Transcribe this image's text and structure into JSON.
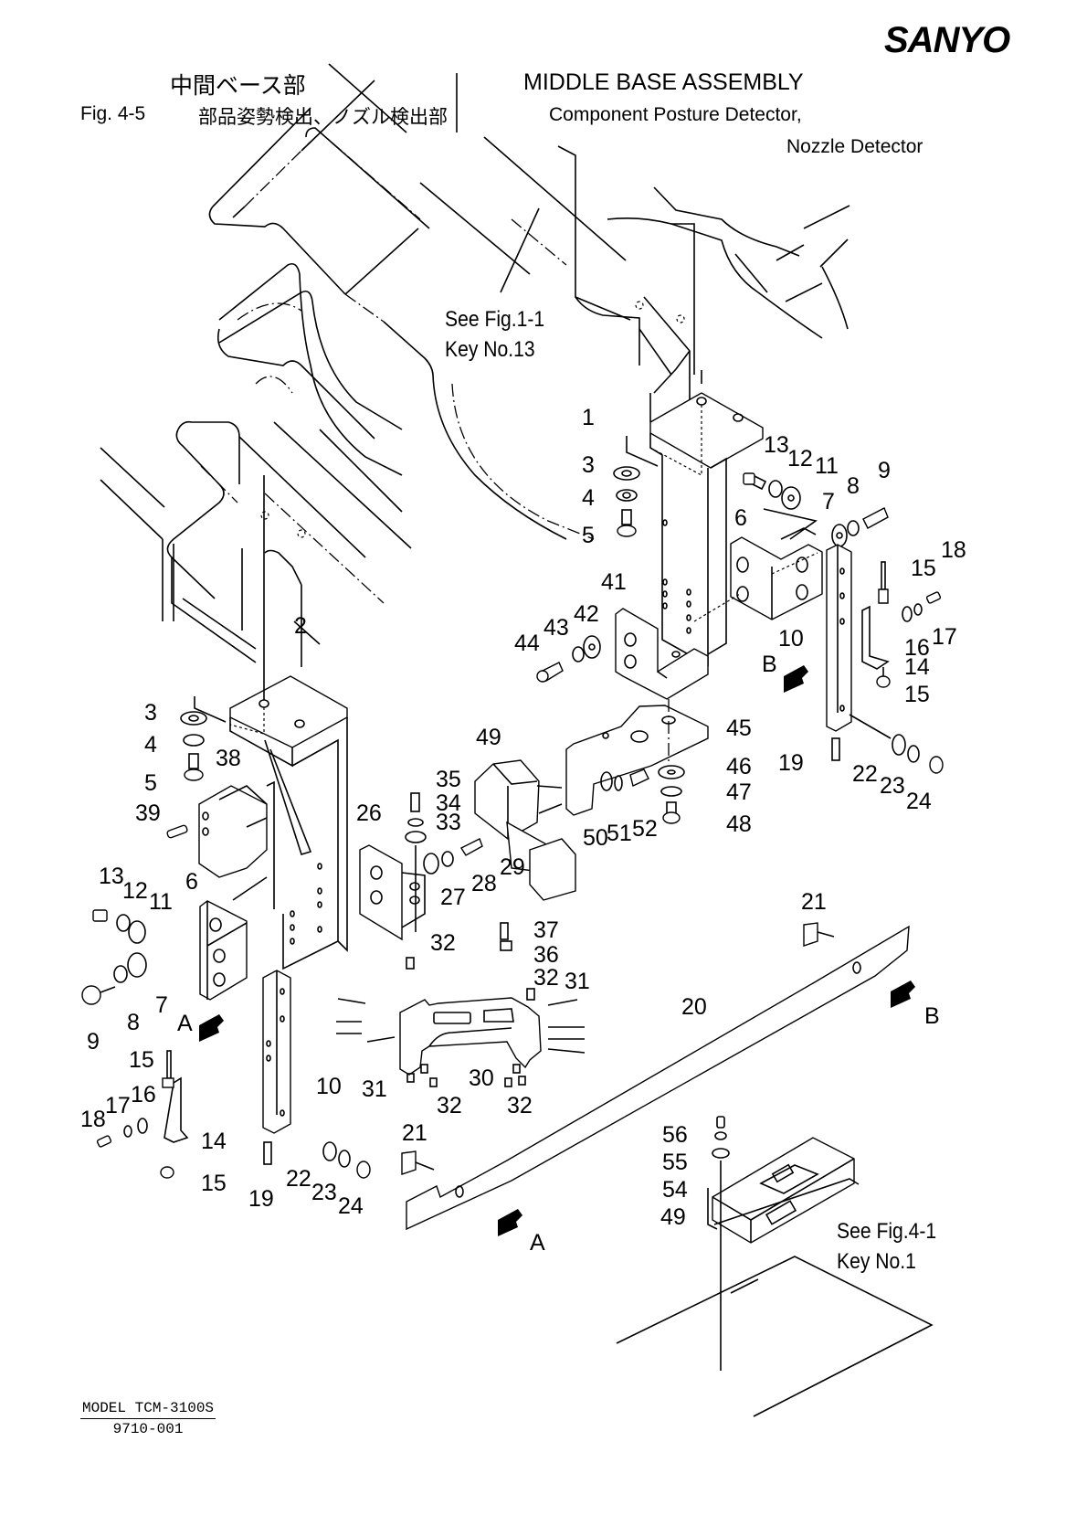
{
  "header": {
    "brand": "SANYO",
    "title_jp": "中間ベース部",
    "title_en": "MIDDLE BASE ASSEMBLY",
    "figure_number": "Fig.  4-5",
    "subtitle_jp": "部品姿勢検出、ノズル検出部",
    "subtitle_en_line1": "Component Posture Detector,",
    "subtitle_en_line2": "Nozzle Detector"
  },
  "references": [
    {
      "line1": "See Fig.1-1",
      "line2": "Key No.13"
    },
    {
      "line1": "See Fig.4-1",
      "line2": "Key No.1"
    }
  ],
  "view_markers": {
    "a": "A",
    "b": "B"
  },
  "part_callouts": [
    "1",
    "2",
    "3",
    "4",
    "5",
    "6",
    "7",
    "8",
    "9",
    "10",
    "11",
    "12",
    "13",
    "14",
    "15",
    "16",
    "17",
    "18",
    "19",
    "20",
    "21",
    "22",
    "23",
    "24",
    "26",
    "27",
    "28",
    "29",
    "30",
    "31",
    "32",
    "33",
    "34",
    "35",
    "36",
    "37",
    "38",
    "39",
    "41",
    "42",
    "43",
    "44",
    "45",
    "46",
    "47",
    "48",
    "49",
    "50",
    "51",
    "52",
    "54",
    "55",
    "56"
  ],
  "labels": {
    "upper_right": {
      "k1": "1",
      "k3": "3",
      "k4": "4",
      "k5": "5",
      "k6": "6",
      "k7": "7",
      "k8": "8",
      "k9": "9",
      "k10": "10",
      "k11": "11",
      "k12": "12",
      "k13": "13",
      "k14": "14",
      "k15a": "15",
      "k15b": "15",
      "k16": "16",
      "k17": "17",
      "k18": "18",
      "k19": "19",
      "k22": "22",
      "k23": "23",
      "k24": "24",
      "k41": "41",
      "k42": "42",
      "k43": "43",
      "k44": "44"
    },
    "center": {
      "k45": "45",
      "k46": "46",
      "k47": "47",
      "k48": "48",
      "k49": "49",
      "k50": "50",
      "k51": "51",
      "k52": "52",
      "k26": "26",
      "k27": "27",
      "k28": "28",
      "k29": "29",
      "k33": "33",
      "k34": "34",
      "k35": "35",
      "k36": "36",
      "k37": "37",
      "k32a": "32",
      "k32b": "32",
      "k32c": "32",
      "k32d": "32",
      "k31a": "31",
      "k31b": "31",
      "k30": "30"
    },
    "left": {
      "k2": "2",
      "k3": "3",
      "k4": "4",
      "k5": "5",
      "k38": "38",
      "k39": "39",
      "k6": "6",
      "k7": "7",
      "k8": "8",
      "k9": "9",
      "k11": "11",
      "k12": "12",
      "k13": "13",
      "k10": "10",
      "k14": "14",
      "k15a": "15",
      "k15b": "15",
      "k16": "16",
      "k17": "17",
      "k18": "18",
      "k19": "19",
      "k22": "22",
      "k23": "23",
      "k24": "24"
    },
    "lower": {
      "k20": "20",
      "k21a": "21",
      "k21b": "21",
      "k49": "49",
      "k54": "54",
      "k55": "55",
      "k56": "56"
    }
  },
  "footer": {
    "model": "MODEL TCM-3100S",
    "document_number": "9710-001"
  }
}
